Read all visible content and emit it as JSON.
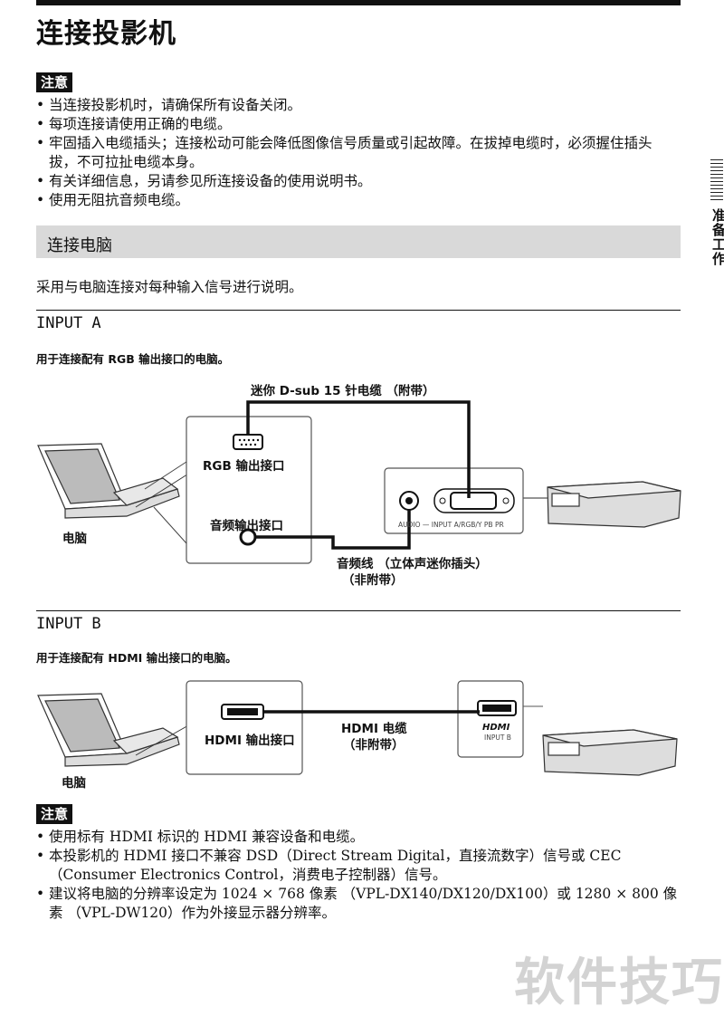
{
  "page": {
    "title": "连接投影机"
  },
  "side_tab": {
    "label": "准备工作"
  },
  "note1": {
    "tag": "注意",
    "items": [
      "当连接投影机时，请确保所有设备关闭。",
      "每项连接请使用正确的电缆。",
      "牢固插入电缆插头；连接松动可能会降低图像信号质量或引起故障。在拔掉电缆时，必须握住插头拔，不可拉扯电缆本身。",
      "有关详细信息，另请参见所连接设备的使用说明书。",
      "使用无阻抗音频电缆。"
    ]
  },
  "section": {
    "title": "连接电脑",
    "intro": "采用与电脑连接对每种输入信号进行说明。"
  },
  "input_a": {
    "title": "INPUT A",
    "desc": "用于连接配有 RGB 输出接口的电脑。",
    "cable_label": "迷你 D-sub 15 针电缆 （附带）",
    "rgb_port": "RGB 输出接口",
    "audio_port": "音频输出接口",
    "computer": "电脑",
    "audio_cable_1": "音频线 （立体声迷你插头）",
    "audio_cable_2": "（非附带）",
    "panel_label": "AUDIO — INPUT A/RGB/Y PB PR"
  },
  "input_b": {
    "title": "INPUT B",
    "desc": "用于连接配有 HDMI 输出接口的电脑。",
    "cable_label_1": "HDMI 电缆",
    "cable_label_2": "（非附带）",
    "hdmi_port": "HDMI 输出接口",
    "computer": "电脑",
    "panel_logo": "HDMI",
    "panel_label": "INPUT B"
  },
  "note2": {
    "tag": "注意",
    "items": [
      "使用标有 HDMI 标识的 HDMI 兼容设备和电缆。",
      "本投影机的 HDMI 接口不兼容 DSD（Direct Stream Digital，直接流数字）信号或 CEC（Consumer Electronics Control，消费电子控制器）信号。",
      "建议将电脑的分辨率设定为 1024 × 768 像素 （VPL-DX140/DX120/DX100）或 1280 × 800 像素 （VPL-DW120）作为外接显示器分辨率。"
    ]
  },
  "watermark": "软件技巧"
}
